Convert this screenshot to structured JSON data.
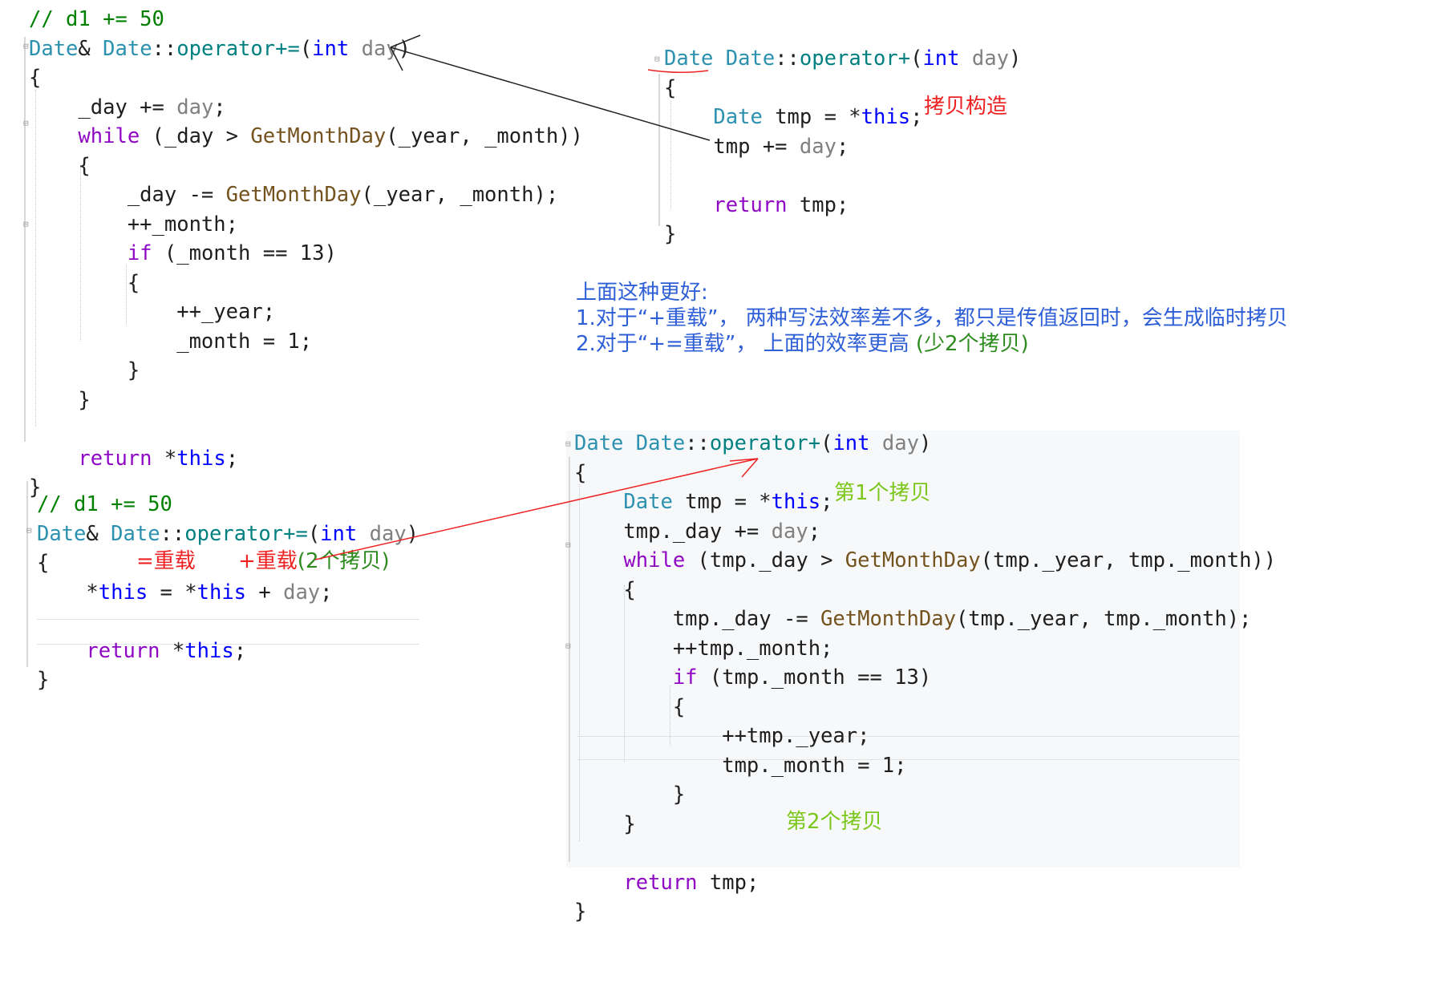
{
  "block_a": {
    "lines": [
      [
        {
          "t": "// d1 += 50",
          "c": "cm"
        }
      ],
      [
        {
          "t": "Date",
          "c": "ty"
        },
        {
          "t": "& ",
          "c": "tx"
        },
        {
          "t": "Date",
          "c": "ty"
        },
        {
          "t": "::",
          "c": "tx"
        },
        {
          "t": "operator+=",
          "c": "op"
        },
        {
          "t": "(",
          "c": "tx"
        },
        {
          "t": "int",
          "c": "kw"
        },
        {
          "t": " ",
          "c": "tx"
        },
        {
          "t": "day",
          "c": "pm"
        },
        {
          "t": ")",
          "c": "tx"
        }
      ],
      [
        {
          "t": "{",
          "c": "tx"
        }
      ],
      [
        {
          "t": "    _day += ",
          "c": "tx"
        },
        {
          "t": "day",
          "c": "pm"
        },
        {
          "t": ";",
          "c": "tx"
        }
      ],
      [
        {
          "t": "    ",
          "c": "tx"
        },
        {
          "t": "while",
          "c": "ctl"
        },
        {
          "t": " (_day > ",
          "c": "tx"
        },
        {
          "t": "GetMonthDay",
          "c": "fn"
        },
        {
          "t": "(_year, _month))",
          "c": "tx"
        }
      ],
      [
        {
          "t": "    {",
          "c": "tx"
        }
      ],
      [
        {
          "t": "        _day -= ",
          "c": "tx"
        },
        {
          "t": "GetMonthDay",
          "c": "fn"
        },
        {
          "t": "(_year, _month);",
          "c": "tx"
        }
      ],
      [
        {
          "t": "        ++_month;",
          "c": "tx"
        }
      ],
      [
        {
          "t": "        ",
          "c": "tx"
        },
        {
          "t": "if",
          "c": "ctl"
        },
        {
          "t": " (_month == 13)",
          "c": "tx"
        }
      ],
      [
        {
          "t": "        {",
          "c": "tx"
        }
      ],
      [
        {
          "t": "            ++_year;",
          "c": "tx"
        }
      ],
      [
        {
          "t": "            _month = 1;",
          "c": "tx"
        }
      ],
      [
        {
          "t": "        }",
          "c": "tx"
        }
      ],
      [
        {
          "t": "    }",
          "c": "tx"
        }
      ],
      [
        {
          "t": "",
          "c": "tx"
        }
      ],
      [
        {
          "t": "    ",
          "c": "tx"
        },
        {
          "t": "return",
          "c": "ctl"
        },
        {
          "t": " *",
          "c": "tx"
        },
        {
          "t": "this",
          "c": "kw"
        },
        {
          "t": ";",
          "c": "tx"
        }
      ],
      [
        {
          "t": "}",
          "c": "tx"
        }
      ]
    ]
  },
  "block_b": {
    "lines": [
      [
        {
          "t": "Date",
          "c": "ty"
        },
        {
          "t": " ",
          "c": "tx"
        },
        {
          "t": "Date",
          "c": "ty"
        },
        {
          "t": "::",
          "c": "tx"
        },
        {
          "t": "operator+",
          "c": "op"
        },
        {
          "t": "(",
          "c": "tx"
        },
        {
          "t": "int",
          "c": "kw"
        },
        {
          "t": " ",
          "c": "tx"
        },
        {
          "t": "day",
          "c": "pm"
        },
        {
          "t": ")",
          "c": "tx"
        }
      ],
      [
        {
          "t": "{",
          "c": "tx"
        }
      ],
      [
        {
          "t": "    ",
          "c": "tx"
        },
        {
          "t": "Date",
          "c": "ty"
        },
        {
          "t": " tmp = *",
          "c": "tx"
        },
        {
          "t": "this",
          "c": "kw"
        },
        {
          "t": ";",
          "c": "tx"
        }
      ],
      [
        {
          "t": "    tmp += ",
          "c": "tx"
        },
        {
          "t": "day",
          "c": "pm"
        },
        {
          "t": ";",
          "c": "tx"
        }
      ],
      [
        {
          "t": "",
          "c": "tx"
        }
      ],
      [
        {
          "t": "    ",
          "c": "tx"
        },
        {
          "t": "return",
          "c": "ctl"
        },
        {
          "t": " tmp;",
          "c": "tx"
        }
      ],
      [
        {
          "t": "}",
          "c": "tx"
        }
      ]
    ]
  },
  "block_c": {
    "lines": [
      [
        {
          "t": "// d1 += 50",
          "c": "cm"
        }
      ],
      [
        {
          "t": "Date",
          "c": "ty"
        },
        {
          "t": "& ",
          "c": "tx"
        },
        {
          "t": "Date",
          "c": "ty"
        },
        {
          "t": "::",
          "c": "tx"
        },
        {
          "t": "operator+=",
          "c": "op"
        },
        {
          "t": "(",
          "c": "tx"
        },
        {
          "t": "int",
          "c": "kw"
        },
        {
          "t": " ",
          "c": "tx"
        },
        {
          "t": "day",
          "c": "pm"
        },
        {
          "t": ")",
          "c": "tx"
        }
      ],
      [
        {
          "t": "{",
          "c": "tx"
        }
      ],
      [
        {
          "t": "    *",
          "c": "tx"
        },
        {
          "t": "this",
          "c": "kw"
        },
        {
          "t": " = *",
          "c": "tx"
        },
        {
          "t": "this",
          "c": "kw"
        },
        {
          "t": " + ",
          "c": "tx"
        },
        {
          "t": "day",
          "c": "pm"
        },
        {
          "t": ";",
          "c": "tx"
        }
      ],
      [
        {
          "t": "",
          "c": "tx"
        }
      ],
      [
        {
          "t": "    ",
          "c": "tx"
        },
        {
          "t": "return",
          "c": "ctl"
        },
        {
          "t": " *",
          "c": "tx"
        },
        {
          "t": "this",
          "c": "kw"
        },
        {
          "t": ";",
          "c": "tx"
        }
      ],
      [
        {
          "t": "}",
          "c": "tx"
        }
      ]
    ]
  },
  "block_d": {
    "lines": [
      [
        {
          "t": "Date",
          "c": "ty"
        },
        {
          "t": " ",
          "c": "tx"
        },
        {
          "t": "Date",
          "c": "ty"
        },
        {
          "t": "::",
          "c": "tx"
        },
        {
          "t": "operator+",
          "c": "op"
        },
        {
          "t": "(",
          "c": "tx"
        },
        {
          "t": "int",
          "c": "kw"
        },
        {
          "t": " ",
          "c": "tx"
        },
        {
          "t": "day",
          "c": "pm"
        },
        {
          "t": ")",
          "c": "tx"
        }
      ],
      [
        {
          "t": "{",
          "c": "tx"
        }
      ],
      [
        {
          "t": "    ",
          "c": "tx"
        },
        {
          "t": "Date",
          "c": "ty"
        },
        {
          "t": " tmp = *",
          "c": "tx"
        },
        {
          "t": "this",
          "c": "kw"
        },
        {
          "t": ";",
          "c": "tx"
        }
      ],
      [
        {
          "t": "    tmp._day += ",
          "c": "tx"
        },
        {
          "t": "day",
          "c": "pm"
        },
        {
          "t": ";",
          "c": "tx"
        }
      ],
      [
        {
          "t": "    ",
          "c": "tx"
        },
        {
          "t": "while",
          "c": "ctl"
        },
        {
          "t": " (tmp._day > ",
          "c": "tx"
        },
        {
          "t": "GetMonthDay",
          "c": "fn"
        },
        {
          "t": "(tmp._year, tmp._month))",
          "c": "tx"
        }
      ],
      [
        {
          "t": "    {",
          "c": "tx"
        }
      ],
      [
        {
          "t": "        tmp._day -= ",
          "c": "tx"
        },
        {
          "t": "GetMonthDay",
          "c": "fn"
        },
        {
          "t": "(tmp._year, tmp._month);",
          "c": "tx"
        }
      ],
      [
        {
          "t": "        ++tmp._month;",
          "c": "tx"
        }
      ],
      [
        {
          "t": "        ",
          "c": "tx"
        },
        {
          "t": "if",
          "c": "ctl"
        },
        {
          "t": " (tmp._month == 13)",
          "c": "tx"
        }
      ],
      [
        {
          "t": "        {",
          "c": "tx"
        }
      ],
      [
        {
          "t": "            ++tmp._year;",
          "c": "tx"
        }
      ],
      [
        {
          "t": "            tmp._month = 1;",
          "c": "tx"
        }
      ],
      [
        {
          "t": "        }",
          "c": "tx"
        }
      ],
      [
        {
          "t": "    }",
          "c": "tx"
        }
      ],
      [
        {
          "t": "",
          "c": "tx"
        }
      ],
      [
        {
          "t": "    ",
          "c": "tx"
        },
        {
          "t": "return",
          "c": "ctl"
        },
        {
          "t": " tmp;",
          "c": "tx"
        }
      ],
      [
        {
          "t": "}",
          "c": "tx"
        }
      ]
    ]
  },
  "annotations": {
    "copy_construct": "拷贝构造",
    "explain_title": "上面这种更好:",
    "explain_line1": "1.对于“+重载”， 两种写法效率差不多，都只是传值返回时，会生成临时拷贝",
    "explain_line2_a": "2.对于“+=重载”， 上面的效率更高 ",
    "explain_line2_b": "(少2个拷贝)",
    "eq_overload": "=重载",
    "plus_overload": "+重载",
    "two_copies": "(2个拷贝)",
    "copy1": "第1个拷贝",
    "copy2": "第2个拷贝"
  },
  "colors": {
    "comment": "#008000",
    "type": "#2b91af",
    "keyword": "#0000ff",
    "control": "#8f08c4",
    "function": "#74531f",
    "param": "#808080",
    "note_blue": "#2e5fd6",
    "note_red": "#ee2222",
    "note_green": "#2e8b1f",
    "note_lime": "#7cc71c"
  }
}
